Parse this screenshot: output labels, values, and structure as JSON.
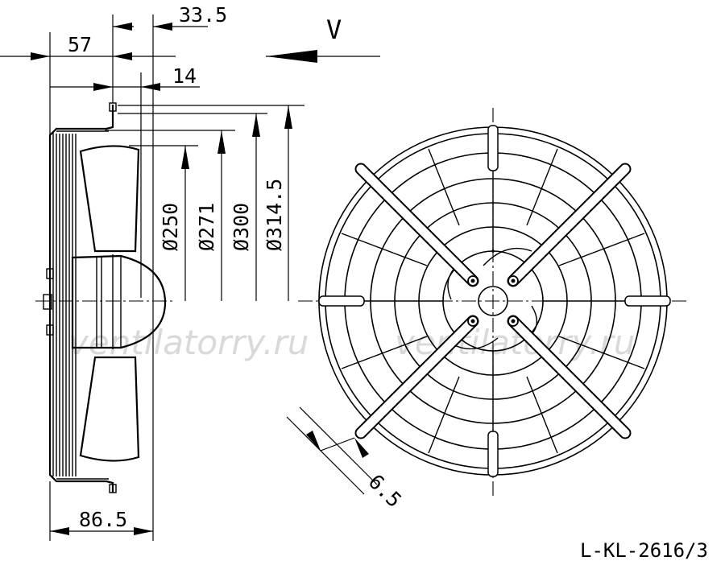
{
  "drawing": {
    "view_label": "V",
    "dimensions": {
      "d33_5": "33.5",
      "d57": "57",
      "d14": "14",
      "dia250": "Ø250",
      "dia271": "Ø271",
      "dia300": "Ø300",
      "dia314_5": "Ø314.5",
      "d86_5": "86.5",
      "d6_5": "6.5"
    },
    "watermark": "ventilatorry.ru",
    "code": "L-KL-2616/3"
  }
}
